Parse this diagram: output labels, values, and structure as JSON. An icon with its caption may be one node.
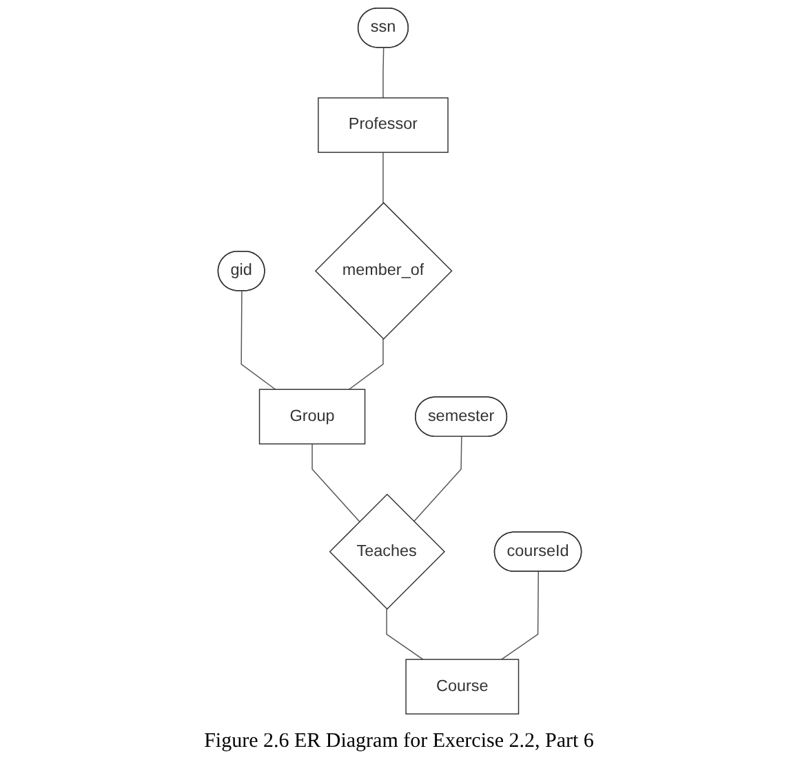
{
  "diagram": {
    "caption": "Figure 2.6 ER Diagram for Exercise 2.2, Part 6",
    "nodes": [
      {
        "text": [
          "ssn"
        ]
      },
      {
        "text": [
          "gid"
        ]
      },
      {
        "text": [
          "Professor"
        ]
      },
      {
        "text": [
          "member_of"
        ]
      },
      {
        "text": [
          "Group"
        ]
      },
      {
        "text": [
          "semester"
        ]
      },
      {
        "text": [
          "Teaches"
        ]
      },
      {
        "text": [
          "courseId"
        ]
      },
      {
        "text": [
          "Course"
        ]
      }
    ],
    "edges": [
      {
        "from": 0,
        "to": 2,
        "arrow": "none"
      },
      {
        "from": 1,
        "to": 4,
        "arrow": "none"
      },
      {
        "from": 2,
        "to": 3,
        "arrow": "none"
      },
      {
        "from": 3,
        "to": 4,
        "arrow": "none"
      },
      {
        "from": 4,
        "to": 6,
        "arrow": "none"
      },
      {
        "from": 5,
        "to": 6,
        "arrow": "none"
      },
      {
        "from": 6,
        "to": 8,
        "arrow": "none"
      },
      {
        "from": 7,
        "to": 8,
        "arrow": "none"
      }
    ]
  }
}
